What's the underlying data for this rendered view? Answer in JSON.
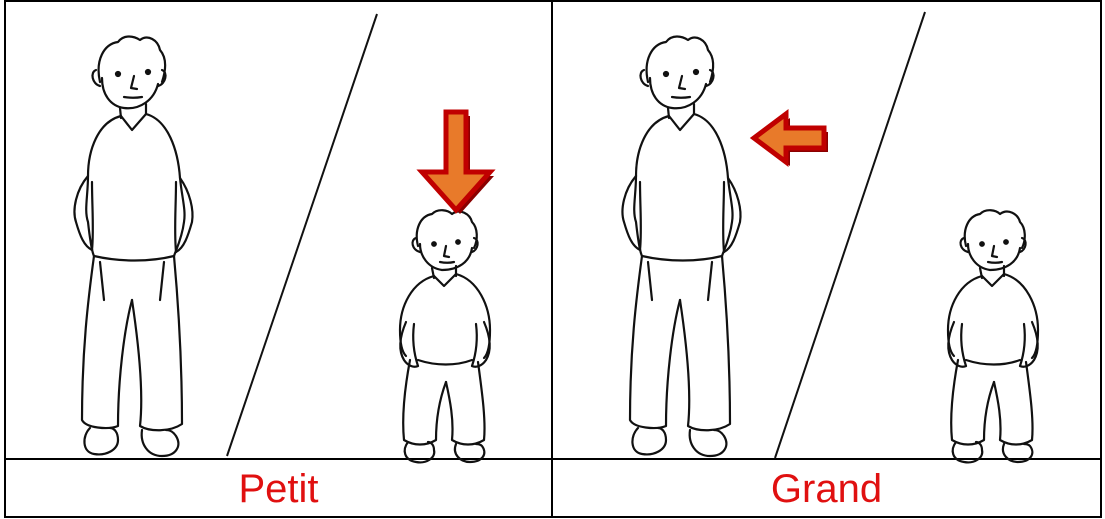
{
  "panels": [
    {
      "caption": "Petit",
      "highlight": "small-child",
      "arrow_direction": "down"
    },
    {
      "caption": "Grand",
      "highlight": "tall-man",
      "arrow_direction": "left"
    }
  ],
  "colors": {
    "caption_text": "#e01010",
    "arrow_fill": "#e87a2a",
    "arrow_outline": "#c00000",
    "arrow_shadow": "#8a0000",
    "line_art": "#111111",
    "border": "#000000"
  }
}
